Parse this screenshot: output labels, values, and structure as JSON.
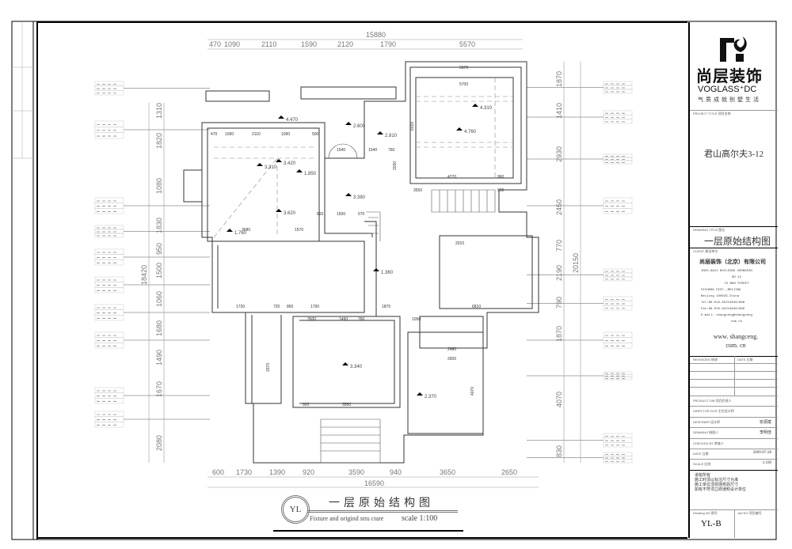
{
  "drawing_title": {
    "cn": "一层原始结构图",
    "en": "Fixture and origind stru ctare",
    "scale": "scale 1:100",
    "badge": "YL"
  },
  "dims": {
    "top_total": "15880",
    "top": [
      "470",
      "1090",
      "2110",
      "1590",
      "2120",
      "1790",
      "5570"
    ],
    "bottom": [
      "600",
      "1730",
      "1390",
      "920",
      "3590",
      "940",
      "3650",
      "2650"
    ],
    "bottom_total": "16590",
    "left": [
      "1310",
      "1820",
      "1080",
      "1830",
      "950",
      "1500",
      "1060",
      "1680",
      "1490",
      "1670",
      "2080"
    ],
    "left_total": "18420",
    "right": [
      "1870",
      "1410",
      "2930",
      "2450",
      "770",
      "2190",
      "790",
      "1870",
      "4070",
      "830"
    ],
    "right_total": "20150",
    "interior": [
      "470",
      "1090",
      "2110",
      "1090",
      "500",
      "5070",
      "5700",
      "6010",
      "4270",
      "960",
      "960",
      "3550",
      "1540",
      "1540",
      "760",
      "2030",
      "660",
      "1500",
      "570",
      "3680",
      "1570",
      "2010",
      "6810",
      "1730",
      "720",
      "860",
      "1790",
      "1870",
      "3500",
      "1490",
      "760",
      "1050",
      "2480",
      "2600",
      "3370",
      "3590",
      "920",
      "4070"
    ]
  },
  "levels": [
    "4.470",
    "3.420",
    "3.310",
    "1.850",
    "3.380",
    "3.620",
    "1.760",
    "2.600",
    "4.310",
    "4.760",
    "2.810",
    "1.360",
    "3.340",
    "2.370"
  ],
  "title_block": {
    "brand_cn": "尚层装饰",
    "brand_en": "VOGLASS⁺DC",
    "slogan": "气质成就别墅生活",
    "project_title_label": "PROJECT TITLE 项目名称",
    "project_title": "君山高尔夫3-12",
    "drawing_title_label": "DRAWING TITLE 图名",
    "drawing_title": "一层原始结构图",
    "client_label": "CLIENT 建设单位",
    "client_name": "尚层装饰（北京）有限公司",
    "client_lines": [
      "INO3.&A11 BUILDING ZHONGXIN",
      "NO.12",
      "YU WEN STREET",
      "XICHENG DIST.,BEIJING",
      "Beijing 100029.China",
      "Tel:86-010-82214848/688",
      "Fax:86-010-82214848/666",
      "E-mail: shangceng@shangceng.",
      "com.cn"
    ],
    "website": "www. shangceng.",
    "website2": "com. cn",
    "revisions_label": "REVISIONS 修改",
    "date_label": "DATE 日期",
    "rows": [
      {
        "label": "PRODUCT DIR 项目负责人",
        "value": ""
      },
      {
        "label": "DIRECTOR DCR 主任设计师",
        "value": ""
      },
      {
        "label": "DESIGNER 设计师",
        "value": "安源斌"
      },
      {
        "label": "DRAWING 制图人",
        "value": "李明佳"
      },
      {
        "label": "CHECKED BY 审查人",
        "value": ""
      },
      {
        "label": "DATE 日期",
        "value": "2009-07-28"
      },
      {
        "label": "SCALE 比例",
        "value": "1:100"
      }
    ],
    "notes": [
      "道桩所有",
      "施工时須以标注尺寸为准",
      "施工单位须现场校验尺寸",
      "如有不符须立即通知设计单位"
    ],
    "drawing_no_label": "Drawing NO 图号",
    "drawing_no": "YL-B",
    "job_no_label": "Job NO 项目编号"
  }
}
